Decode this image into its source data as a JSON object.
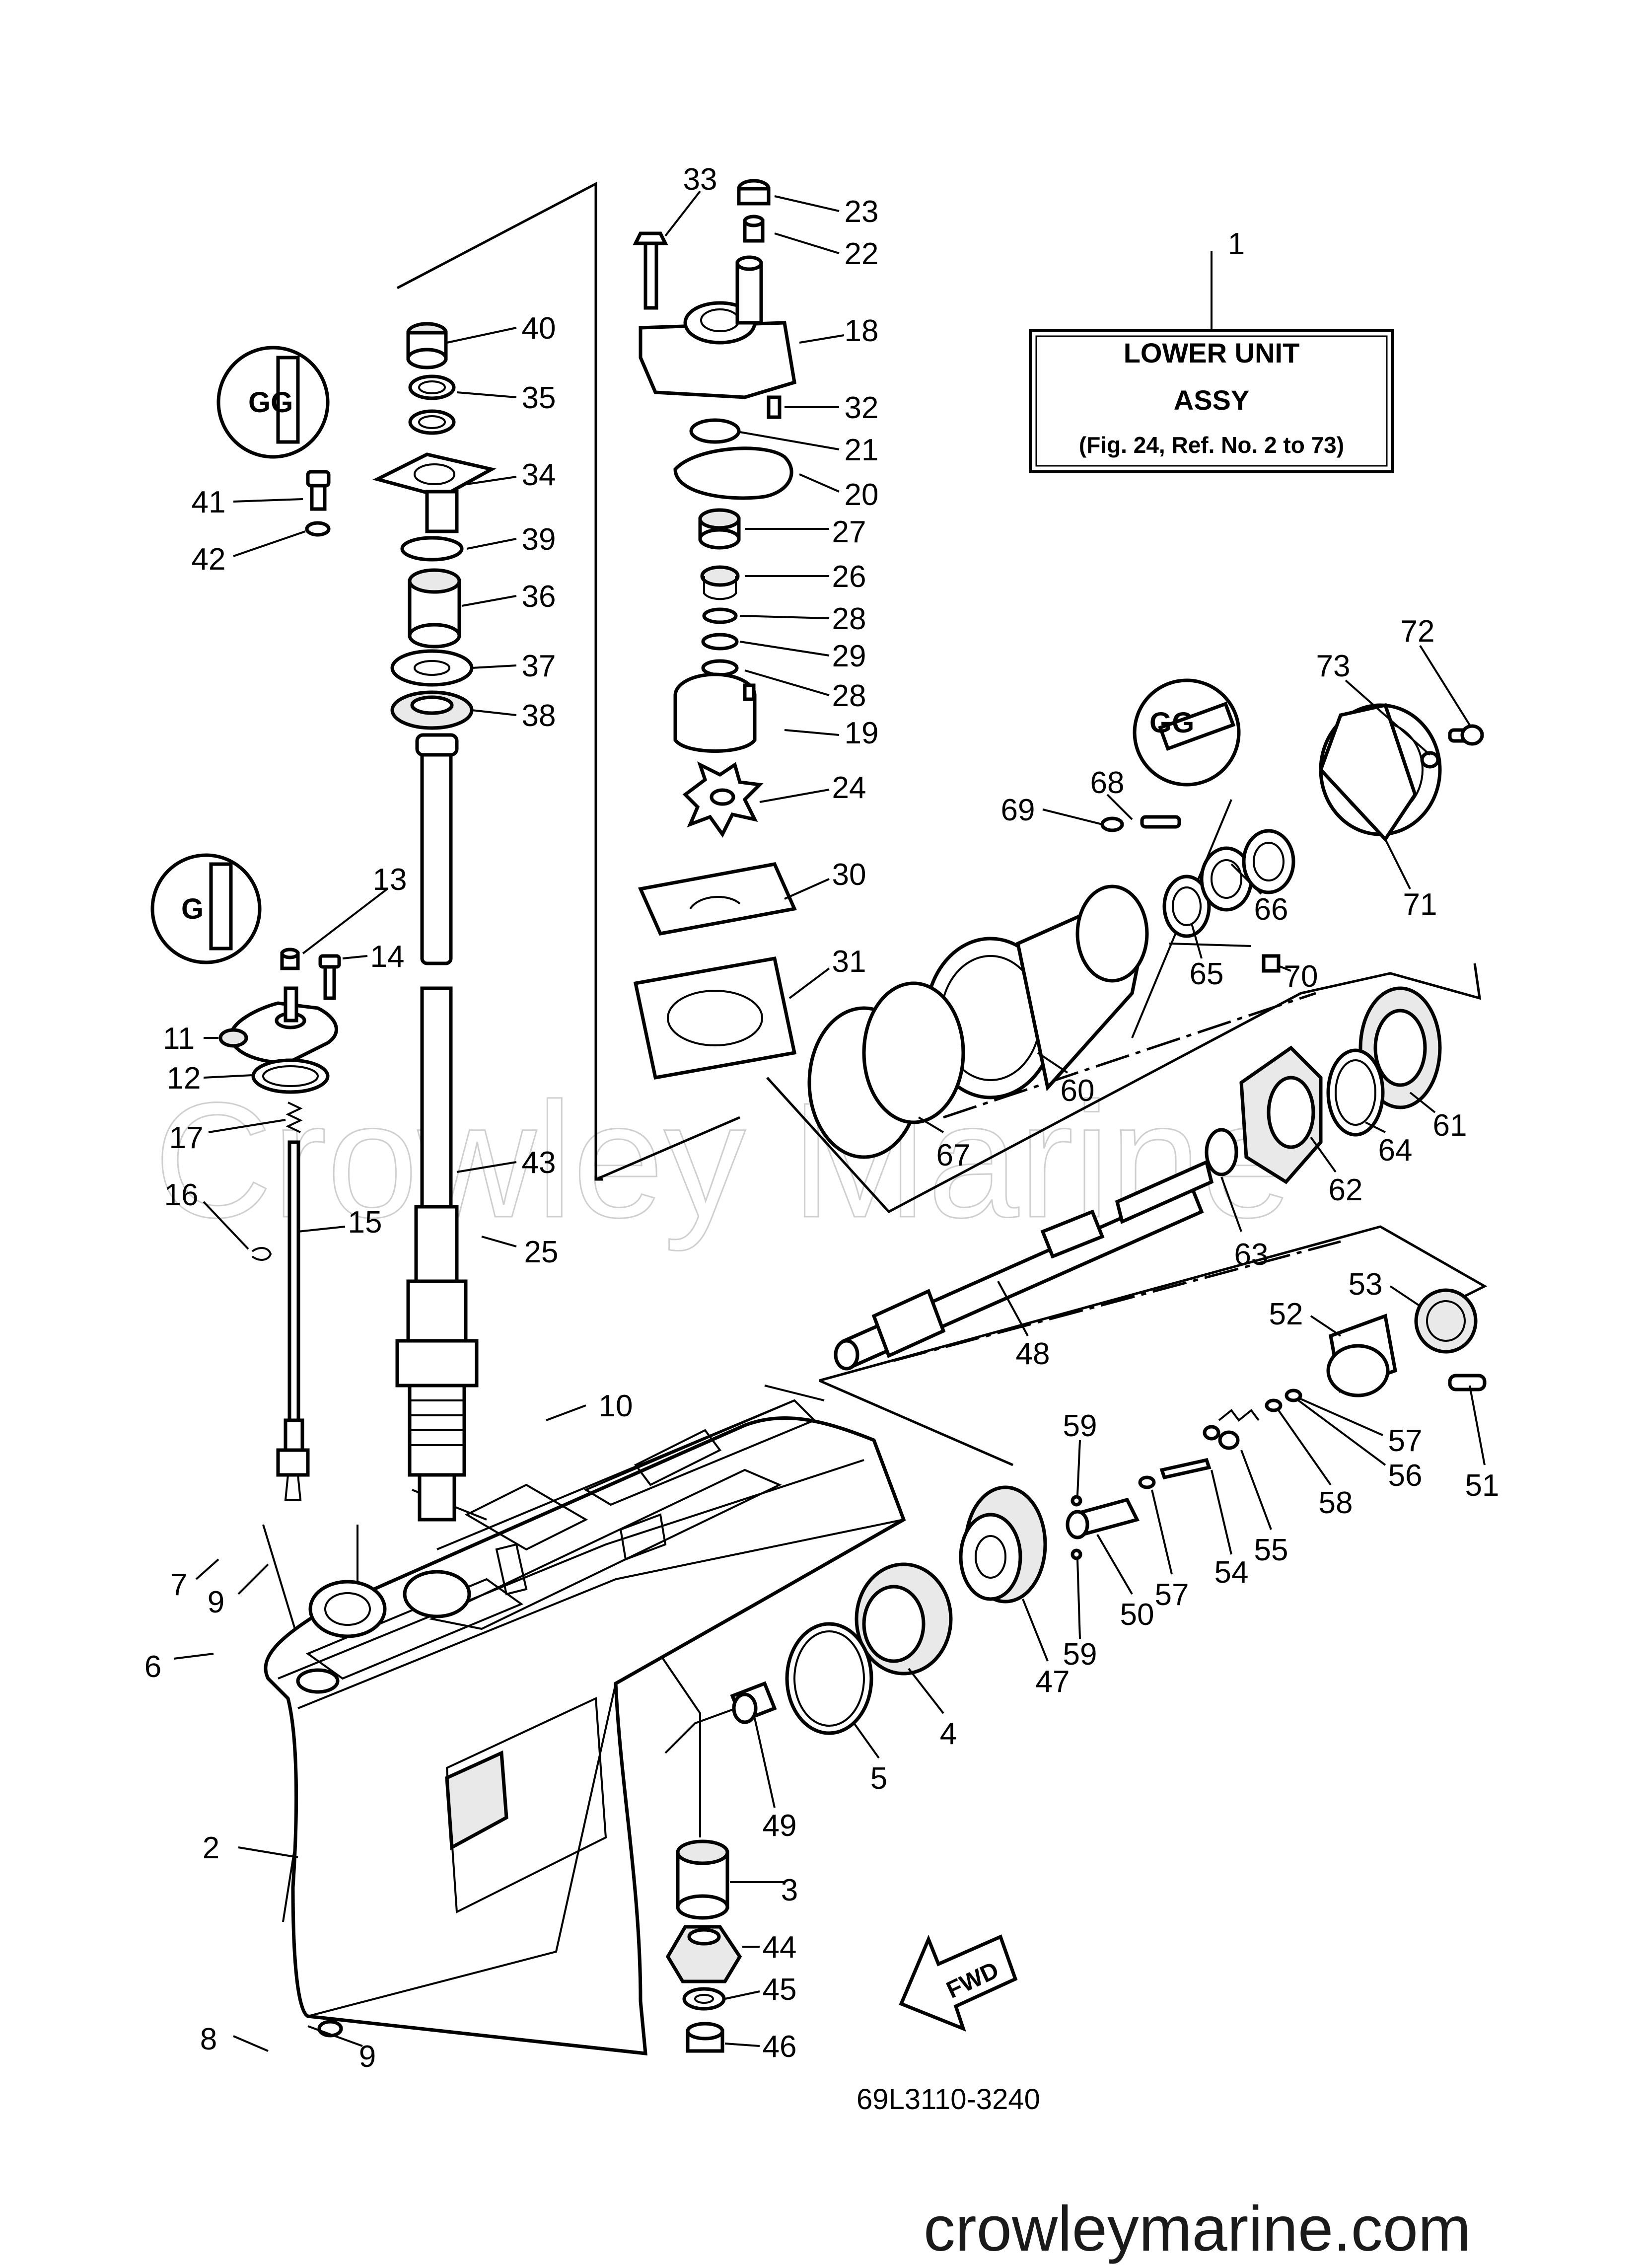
{
  "diagram": {
    "drawing_code": "69L3110-3240",
    "website": "crowleymarine.com",
    "watermark": "Crowley Marine",
    "fwd_label": "FWD",
    "assy_box": {
      "line1": "LOWER UNIT",
      "line2": "ASSY",
      "line3": "(Fig. 24, Ref. No. 2 to 73)"
    },
    "badges": [
      "GG",
      "GG",
      "G"
    ],
    "callouts": [
      "1",
      "2",
      "3",
      "4",
      "5",
      "6",
      "7",
      "8",
      "9",
      "9",
      "10",
      "11",
      "12",
      "13",
      "14",
      "15",
      "16",
      "17",
      "18",
      "19",
      "20",
      "21",
      "22",
      "23",
      "24",
      "25",
      "26",
      "27",
      "28",
      "28",
      "29",
      "30",
      "31",
      "32",
      "33",
      "34",
      "35",
      "36",
      "37",
      "38",
      "39",
      "40",
      "41",
      "42",
      "43",
      "44",
      "45",
      "46",
      "47",
      "48",
      "49",
      "50",
      "51",
      "52",
      "53",
      "54",
      "55",
      "56",
      "57",
      "57",
      "58",
      "59",
      "59",
      "60",
      "61",
      "62",
      "63",
      "64",
      "65",
      "66",
      "67",
      "68",
      "69",
      "70",
      "71",
      "72",
      "73"
    ]
  }
}
